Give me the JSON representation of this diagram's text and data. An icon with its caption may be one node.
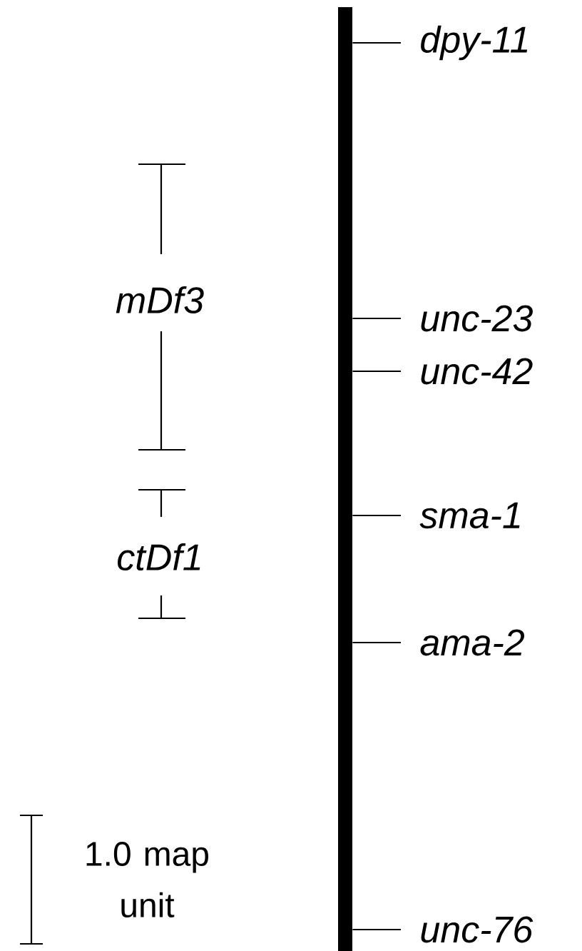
{
  "diagram": {
    "nodes": [
      {
        "text": [],
        "shape": "bar"
      },
      {
        "text": [
          "*dpy-11*"
        ]
      },
      {
        "text": [
          "*unc-23*"
        ]
      },
      {
        "text": [
          "*unc-42*"
        ]
      },
      {
        "text": [
          "*sma-1*"
        ]
      },
      {
        "text": [
          "*ama-2*"
        ]
      },
      {
        "text": [
          "*unc-76*"
        ]
      }
    ],
    "edges": [
      {
        "from": 0,
        "to": 1,
        "arrow": "none"
      },
      {
        "from": 0,
        "to": 2,
        "arrow": "none"
      },
      {
        "from": 0,
        "to": 3,
        "arrow": "none"
      },
      {
        "from": 0,
        "to": 4,
        "arrow": "none"
      },
      {
        "from": 0,
        "to": 5,
        "arrow": "none"
      },
      {
        "from": 0,
        "to": 6,
        "arrow": "none"
      }
    ],
    "labels": [
      "*mDf3*",
      "*ctDf1*",
      "1.0 map unit"
    ]
  }
}
